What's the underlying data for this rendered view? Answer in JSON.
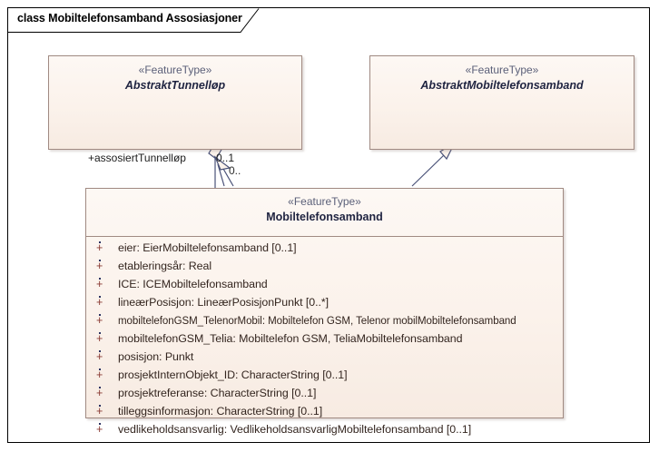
{
  "diagram": {
    "title": "class Mobiltelefonsamband Assosiasjoner",
    "colors": {
      "class_fill": "#fbf2eb",
      "class_border": "#a08a82",
      "stereotype_text": "#5a5f78",
      "class_name_text": "#1e2340",
      "attribute_text": "#33251f",
      "connector": "#4a5278",
      "frame_border": "#000000"
    },
    "classes": [
      {
        "id": "abstrakt-tunnellop",
        "stereotype": "«FeatureType»",
        "name": "AbstraktTunnelløp",
        "abstract": true,
        "attributes": []
      },
      {
        "id": "abstrakt-mobiltelefonsamband",
        "stereotype": "«FeatureType»",
        "name": "AbstraktMobiltelefonsamband",
        "abstract": true,
        "attributes": []
      },
      {
        "id": "mobiltelefonsamband",
        "stereotype": "«FeatureType»",
        "name": "Mobiltelefonsamband",
        "abstract": false,
        "attributes": [
          {
            "visibility": "+",
            "text": "eier: EierMobiltelefonsamband [0..1]"
          },
          {
            "visibility": "+",
            "text": "etableringsår: Real"
          },
          {
            "visibility": "+",
            "text": "ICE: ICEMobiltelefonsamband"
          },
          {
            "visibility": "+",
            "text": "lineærPosisjon: LineærPosisjonPunkt [0..*]"
          },
          {
            "visibility": "+",
            "text": "mobiltelefonGSM_TelenorMobil: Mobiltelefon GSM, Telenor mobilMobiltelefonsamband"
          },
          {
            "visibility": "+",
            "text": "mobiltelefonGSM_Telia: Mobiltelefon GSM, TeliaMobiltelefonsamband"
          },
          {
            "visibility": "+",
            "text": "posisjon: Punkt"
          },
          {
            "visibility": "+",
            "text": "prosjektInternObjekt_ID: CharacterString [0..1]"
          },
          {
            "visibility": "+",
            "text": "prosjektreferanse: CharacterString [0..1]"
          },
          {
            "visibility": "+",
            "text": "tilleggsinformasjon: CharacterString [0..1]"
          },
          {
            "visibility": "+",
            "text": "vedlikeholdsansvarlig: VedlikeholdsansvarligMobiltelefonsamband [0..1]"
          }
        ]
      }
    ],
    "connectors": {
      "association": {
        "role_label": "+assosiertTunnelløp",
        "target_multiplicity": "0..1",
        "source_multiplicity": "0..",
        "type": "aggregation"
      },
      "generalization": {
        "type": "generalization"
      }
    }
  }
}
